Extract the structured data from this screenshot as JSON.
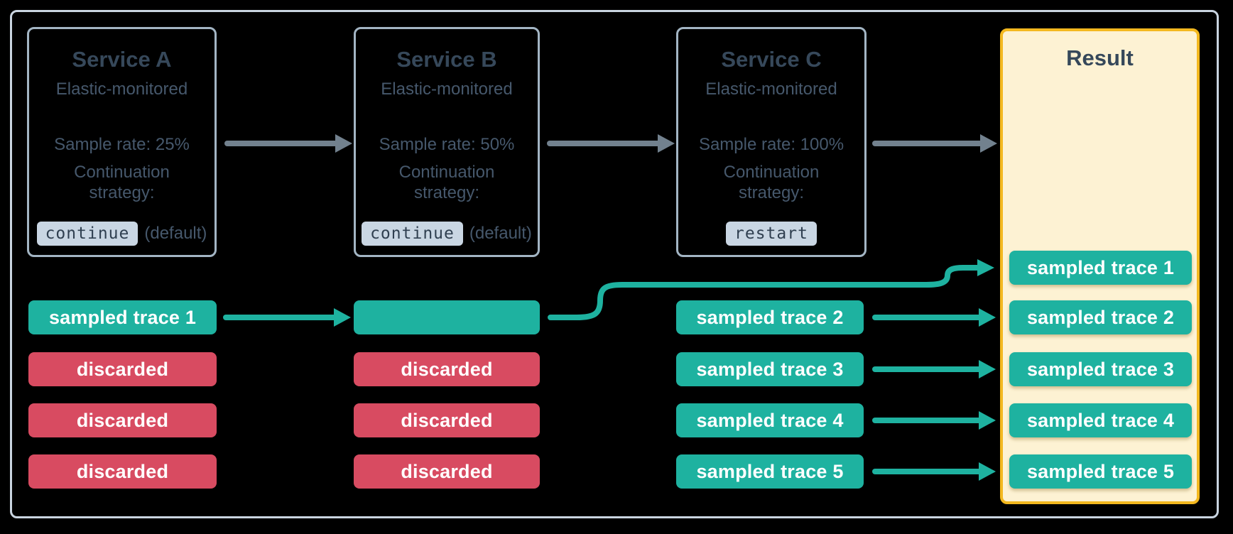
{
  "colors": {
    "teal": "#1eb2a0",
    "red": "#d84b61",
    "ink_dark": "#36485a",
    "ink_mid": "#46586c",
    "gray_arrow": "#72818e",
    "frame_border": "#c9d4e0",
    "box_border": "#a3b5c4",
    "chip_bg": "#c9d6e3",
    "chip_ink": "#2f3f50",
    "result_bg": "#fdf2d3",
    "result_border": "#f3b81f",
    "pill_ink": "#ffffff"
  },
  "services": [
    {
      "title": "Service A",
      "monitoring": "Elastic-monitored",
      "sample_rate": "Sample rate: 25%",
      "continuation_line1": "Continuation",
      "continuation_line2": "strategy:",
      "strategy_code": "continue",
      "strategy_suffix": "(default)"
    },
    {
      "title": "Service B",
      "monitoring": "Elastic-monitored",
      "sample_rate": "Sample rate: 50%",
      "continuation_line1": "Continuation",
      "continuation_line2": "strategy:",
      "strategy_code": "continue",
      "strategy_suffix": "(default)"
    },
    {
      "title": "Service C",
      "monitoring": "Elastic-monitored",
      "sample_rate": "Sample rate: 100%",
      "continuation_line1": "Continuation",
      "continuation_line2": "strategy:",
      "strategy_code": "restart",
      "strategy_suffix": ""
    }
  ],
  "result": {
    "title": "Result"
  },
  "pills": {
    "a": [
      {
        "label": "sampled trace 1",
        "type": "sampled"
      },
      {
        "label": "discarded",
        "type": "discarded"
      },
      {
        "label": "discarded",
        "type": "discarded"
      },
      {
        "label": "discarded",
        "type": "discarded"
      }
    ],
    "b": [
      {
        "label": "",
        "type": "sampled"
      },
      {
        "label": "discarded",
        "type": "discarded"
      },
      {
        "label": "discarded",
        "type": "discarded"
      },
      {
        "label": "discarded",
        "type": "discarded"
      }
    ],
    "c": [
      {
        "label": "sampled trace 2",
        "type": "sampled"
      },
      {
        "label": "sampled trace 3",
        "type": "sampled"
      },
      {
        "label": "sampled trace 4",
        "type": "sampled"
      },
      {
        "label": "sampled trace 5",
        "type": "sampled"
      }
    ],
    "result": [
      {
        "label": "sampled trace 1",
        "type": "sampled"
      },
      {
        "label": "sampled trace 2",
        "type": "sampled"
      },
      {
        "label": "sampled trace 3",
        "type": "sampled"
      },
      {
        "label": "sampled trace 4",
        "type": "sampled"
      },
      {
        "label": "sampled trace 5",
        "type": "sampled"
      }
    ]
  }
}
